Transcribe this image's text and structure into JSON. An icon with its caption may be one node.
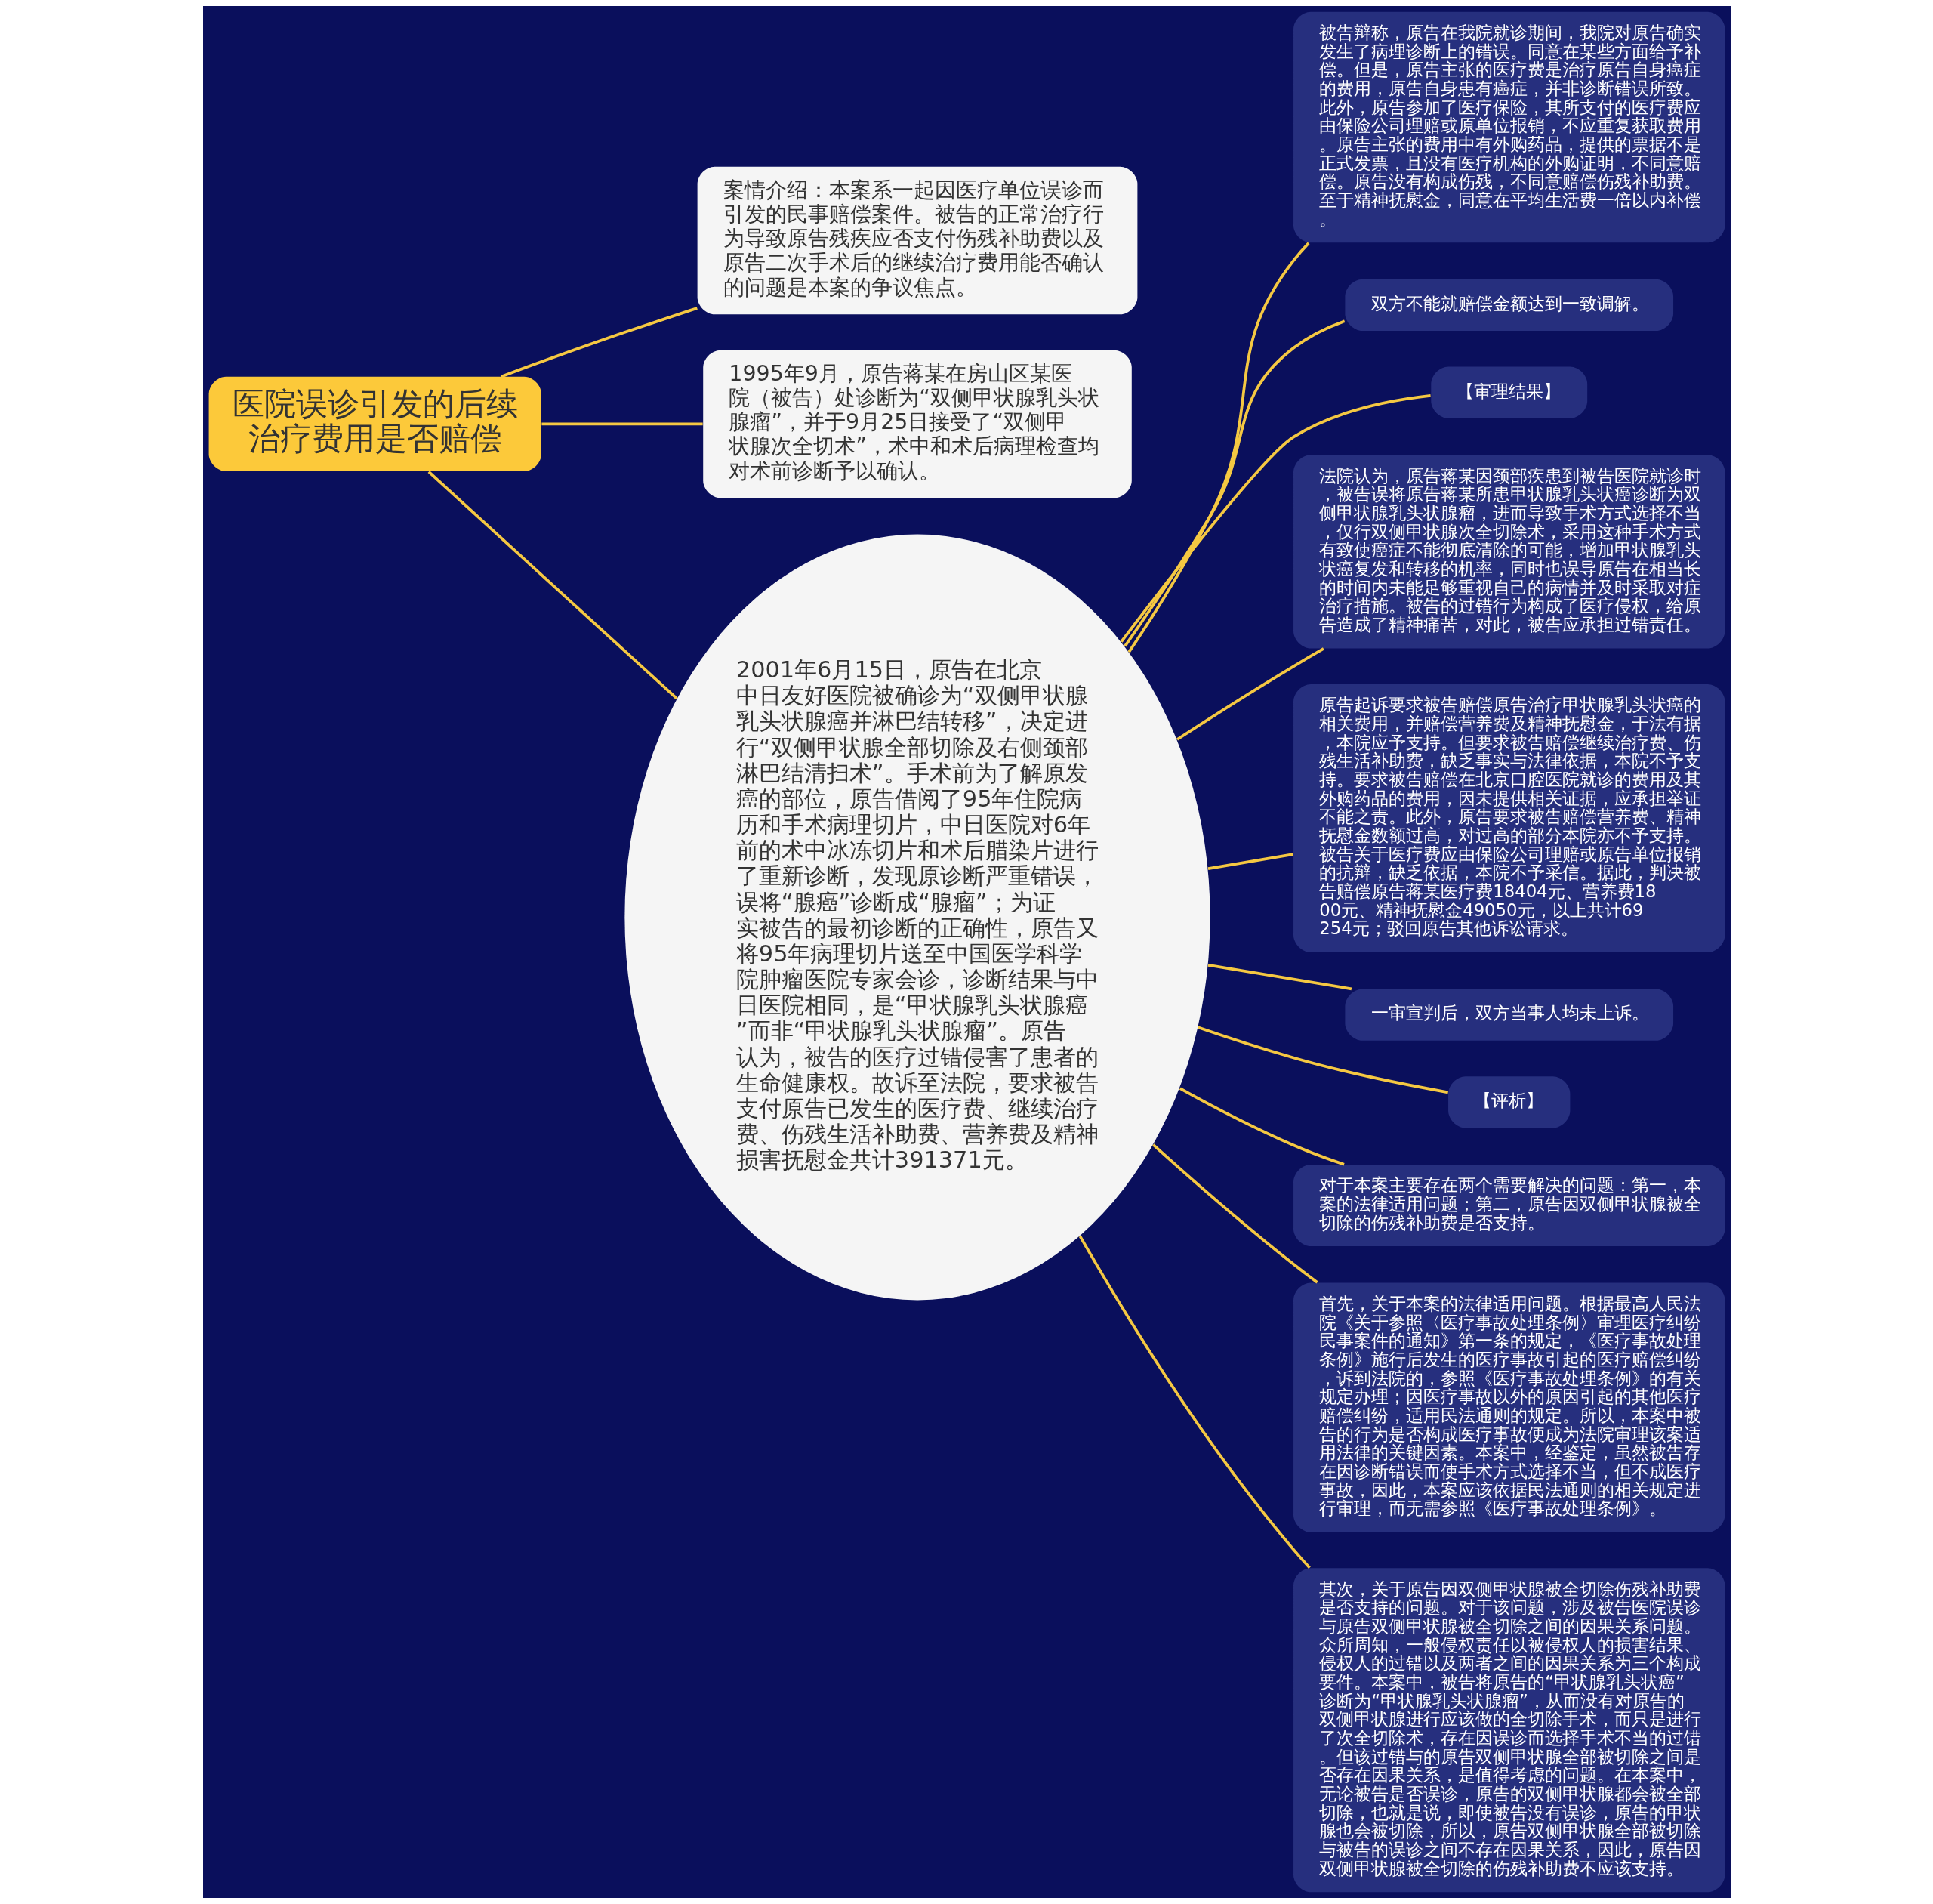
{
  "diagram": {
    "nodes": [
      {
        "text": [
          "医院误诊引发的后续治疗费用是否赔偿"
        ]
      },
      {
        "text": [
          "案情介绍：本案系一起因医疗单位误诊而引发的民事赔偿案件。被告的正常治疗行为导致原告残疾应否支付伤残补助费以及原告二次手术后的继续治疗费用能否确认的问题是本案的争议焦点。"
        ]
      },
      {
        "text": [
          "1995年9月，原告蒋某在房山区某医院（被告）处诊断为“双侧甲状腺乳头状腺瘤”，并于9月25日接受了“双侧甲状腺次全切术”，术中和术后病理检查均对术前诊断予以确认。"
        ]
      },
      {
        "text": [
          "2001年6月15日，原告在北京中日友好医院被确诊为“双侧甲状腺乳头状腺癌并淋巴结转移”，决定进行“双侧甲状腺全部切除及右侧颈部淋巴结清扫术”。手术前为了解原发癌的部位，原告借阅了95年住院病历和手术病理切片，中日医院对6年前的术中冰冻切片和术后腊染片进行了重新诊断，发现原诊断严重错误，误将“腺癌”诊断成“腺瘤”；为证实被告的最初诊断的正确性，原告又将95年病理切片送至中国医学科学院肿瘤医院专家会诊，诊断结果与中日医院相同，是“甲状腺乳头状腺癌”而非“甲状腺乳头状腺瘤”。原告认为，被告的医疗过错侵害了患者的生命健康权。故诉至法院，要求被告支付原告已发生的医疗费、继续治疗费、伤残生活补助费、营养费及精神损害抚慰金共计391371元。"
        ]
      },
      {
        "text": [
          "被告辩称，原告在我院就诊期间，我院对原告确实发生了病理诊断上的错误。同意在某些方面给予补偿。但是，原告主张的医疗费是治疗原告自身癌症的费用，原告自身患有癌症，并非诊断错误所致。此外，原告参加了医疗保险，其所支付的医疗费应由保险公司理赔或原单位报销，不应重复获取费用。原告主张的费用中有外购药品，提供的票据不是正式发票，且没有医疗机构的外购证明，不同意赔偿。原告没有构成伤残，不同意赔偿伤残补助费。至于精神抚慰金，同意在平均生活费一倍以内补偿。"
        ]
      },
      {
        "text": [
          "双方不能就赔偿金额达到一致调解。"
        ]
      },
      {
        "text": [
          "【审理结果】"
        ]
      },
      {
        "text": [
          "法院认为，原告蒋某因颈部疾患到被告医院就诊时，被告误将原告蒋某所患甲状腺乳头状癌诊断为双侧甲状腺乳头状腺瘤，进而导致手术方式选择不当，仅行双侧甲状腺次全切除术，采用这种手术方式有致使癌症不能彻底清除的可能，增加甲状腺乳头状癌复发和转移的机率，同时也误导原告在相当长的时间内未能足够重视自己的病情并及时采取对症治疗措施。被告的过错行为构成了医疗侵权，给原告造成了精神痛苦，对此，被告应承担过错责任。"
        ]
      },
      {
        "text": [
          "原告起诉要求被告赔偿原告治疗甲状腺乳头状癌的相关费用，并赔偿营养费及精神抚慰金，于法有据，本院应予支持。但要求被告赔偿继续治疗费、伤残生活补助费，缺乏事实与法律依据，本院不予支持。要求被告赔偿在北京口腔医院就诊的费用及其外购药品的费用，因未提供相关证据，应承担举证不能之责。此外，原告要求被告赔偿营养费、精神抚慰金数额过高，对过高的部分本院亦不予支持。被告关于医疗费应由保险公司理赔或原告单位报销的抗辩，缺乏依据，本院不予采信。据此，判决被告赔偿原告蒋某医疗费18404元、营养费1800元、精神抚慰金49050元，以上共计69254元；驳回原告其他诉讼请求。"
        ]
      },
      {
        "text": [
          "一审宣判后，双方当事人均未上诉。"
        ]
      },
      {
        "text": [
          "【评析】"
        ]
      },
      {
        "text": [
          "对于本案主要存在两个需要解决的问题：第一，本案的法律适用问题；第二，原告因双侧甲状腺被全切除的伤残补助费是否支持。"
        ]
      },
      {
        "text": [
          "首先，关于本案的法律适用问题。根据最高人民法院《关于参照〈医疗事故处理条例〉审理医疗纠纷民事案件的通知》第一条的规定，《医疗事故处理条例》施行后发生的医疗事故引起的医疗赔偿纠纷，诉到法院的，参照《医疗事故处理条例》的有关规定办理；因医疗事故以外的原因引起的其他医疗赔偿纠纷，适用民法通则的规定。所以，本案中被告的行为是否构成医疗事故便成为法院审理该案适用法律的关键因素。本案中，经鉴定，虽然被告存在因诊断错误而使手术方式选择不当，但不成医疗事故，因此，本案应该依据民法通则的相关规定进行审理，而无需参照《医疗事故处理条例》。"
        ]
      },
      {
        "text": [
          "其次，关于原告因双侧甲状腺被全切除伤残补助费是否支持的问题。对于该问题，涉及被告医院误诊与原告双侧甲状腺被全切除之间的因果关系问题。众所周知，一般侵权责任以被侵权人的损害结果、侵权人的过错以及两者之间的因果关系为三个构成要件。本案中，被告将原告的“甲状腺乳头状癌”诊断为“甲状腺乳头状腺瘤”，从而没有对原告的双侧甲状腺进行应该做的全切除手术，而只是进行了次全切除术，存在因误诊而选择手术不当的过错。但该过错与的原告双侧甲状腺全部被切除之间是否存在因果关系，是值得考虑的问题。在本案中，无论被告是否误诊，原告的双侧甲状腺都会被全部切除，也就是说，即使被告没有误诊，原告的甲状腺也会被切除，所以，原告双侧甲状腺全部被切除与被告的误诊之间不存在因果关系，因此，原告因双侧甲状腺被全切除的伤残补助费不应该支持。"
        ]
      }
    ],
    "edges": [
      {
        "from": 0,
        "to": 1,
        "arrow": "none"
      },
      {
        "from": 0,
        "to": 2,
        "arrow": "none"
      },
      {
        "from": 0,
        "to": 3,
        "arrow": "none"
      },
      {
        "from": 3,
        "to": 4,
        "arrow": "none"
      },
      {
        "from": 3,
        "to": 5,
        "arrow": "none"
      },
      {
        "from": 3,
        "to": 6,
        "arrow": "none"
      },
      {
        "from": 3,
        "to": 7,
        "arrow": "none"
      },
      {
        "from": 3,
        "to": 8,
        "arrow": "none"
      },
      {
        "from": 3,
        "to": 9,
        "arrow": "none"
      },
      {
        "from": 3,
        "to": 10,
        "arrow": "none"
      },
      {
        "from": 3,
        "to": 11,
        "arrow": "none"
      },
      {
        "from": 3,
        "to": 12,
        "arrow": "none"
      },
      {
        "from": 3,
        "to": 13,
        "arrow": "none"
      }
    ]
  }
}
